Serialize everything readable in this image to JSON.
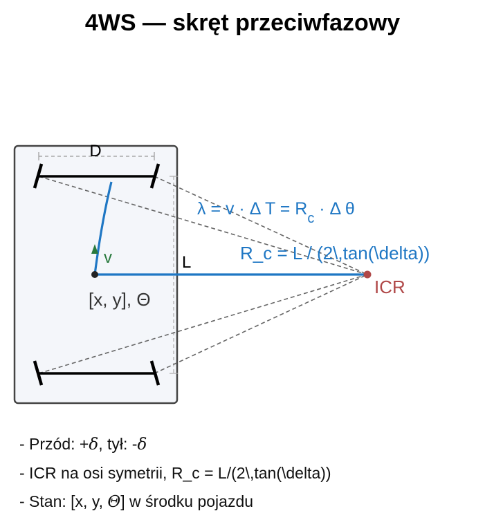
{
  "title": "4WS — skręt przeciwfazowy",
  "labels": {
    "d": "D",
    "l": "L",
    "v": "v",
    "state": "[x, y], Θ",
    "icr": "ICR",
    "lambda_eq": "λ = v · Δ T = R",
    "lambda_sub": "c",
    "lambda_tail": " · Δ θ",
    "rc_eq": "R_c = L / (2\\,tan(\\delta))"
  },
  "notes": [
    {
      "pre": "- Przód: +",
      "sym1": "δ",
      "mid": ", tył: -",
      "sym2": "δ"
    },
    {
      "text": "- ICR na osi symetrii, R_c = L/(2\\,tan(\\delta))"
    },
    {
      "pre": "- Stan: [x, y, ",
      "sym": "Θ",
      "post": "] w środku pojazdu"
    }
  ],
  "colors": {
    "arc": "#1f77c4",
    "icr": "#b04848",
    "velocity": "#2a7a3e",
    "body_fill": "#f4f6fa",
    "body_stroke": "#444444"
  }
}
